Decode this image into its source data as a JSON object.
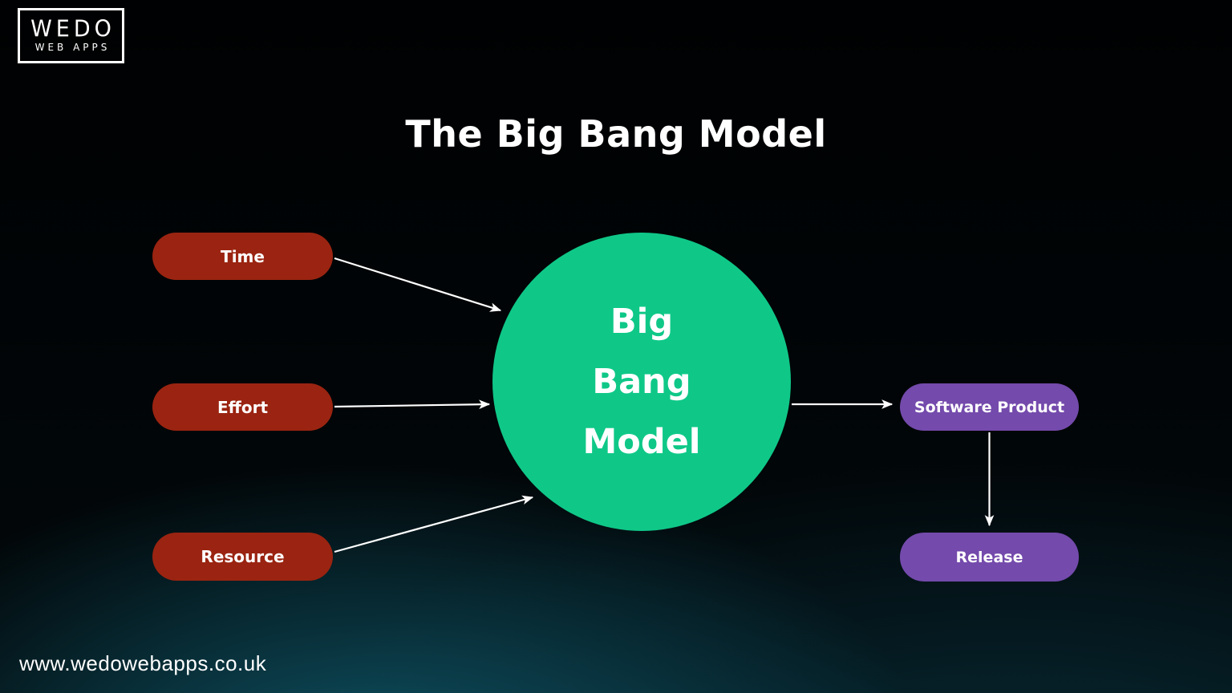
{
  "brand": {
    "name_line1": "WEDO",
    "name_line2": "WEB APPS"
  },
  "title": "The Big Bang Model",
  "diagram": {
    "inputs": [
      {
        "label": "Time"
      },
      {
        "label": "Effort"
      },
      {
        "label": "Resource"
      }
    ],
    "center": {
      "lines": [
        "Big",
        "Bang",
        "Model"
      ]
    },
    "outputs": [
      {
        "label": "Software Product"
      },
      {
        "label": "Release"
      }
    ]
  },
  "footer": {
    "website": "www.wedowebapps.co.uk"
  },
  "colors": {
    "input_pill": "#9a2411",
    "center_circle": "#0fc888",
    "output_pill": "#744aac",
    "arrow": "#ffffff",
    "text": "#ffffff"
  }
}
